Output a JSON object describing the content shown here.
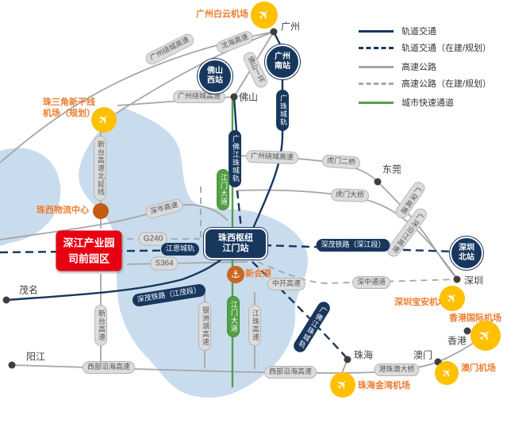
{
  "colors": {
    "rail_blue": "#17375e",
    "road_gray": "#a6a6a6",
    "rapid_green": "#53a045",
    "highlight_red": "#e60012",
    "airport_amber": "#ffc000",
    "airport_text_orange": "#ed7d31",
    "port_brown": "#c9661f",
    "logistics_brown": "#c55a11",
    "city_dot_gray": "#3f3f3f",
    "land_blue": "#c9dcee"
  },
  "legend": {
    "items": [
      {
        "label": "轨道交通",
        "style": "rail-solid"
      },
      {
        "label": "轨道交通（在建/规划）",
        "style": "rail-dashed"
      },
      {
        "label": "高速公路",
        "style": "road-solid"
      },
      {
        "label": "高速公路（在建/规划）",
        "style": "road-dashed"
      },
      {
        "label": "城市快速通道",
        "style": "rapid-solid"
      }
    ]
  },
  "highlight_park": {
    "line1": "深江产业园",
    "line2": "司前园区"
  },
  "cities": [
    {
      "name": "广州"
    },
    {
      "name": "佛山"
    },
    {
      "name": "东莞"
    },
    {
      "name": "深圳"
    },
    {
      "name": "珠海"
    },
    {
      "name": "澳门"
    },
    {
      "name": "香港"
    },
    {
      "name": "茂名"
    },
    {
      "name": "阳江"
    }
  ],
  "stations": [
    {
      "line1": "佛山",
      "line2": "西站"
    },
    {
      "line1": "广州",
      "line2": "南站"
    },
    {
      "line1": "深圳",
      "line2": "北站"
    },
    {
      "line1": "珠西枢纽",
      "line2": "江门站"
    }
  ],
  "rail_labels": [
    {
      "text": "广珠城轨"
    },
    {
      "text": "广佛江珠城轨"
    },
    {
      "text": "江恩城轨"
    },
    {
      "text": "深茂铁路（江茂段）"
    },
    {
      "text": "深茂铁路（深江段）"
    },
    {
      "text": "广佛江珠城轨"
    }
  ],
  "road_labels": [
    {
      "text": "广州绕城高速"
    },
    {
      "text": "沈海高速"
    },
    {
      "text": "佛山一环"
    },
    {
      "text": "广州绕城高速"
    },
    {
      "text": "广州绕城高速"
    },
    {
      "text": "虎门二桥"
    },
    {
      "text": "虎门大桥"
    },
    {
      "text": "广深高速"
    },
    {
      "text": "广深沿江高速"
    },
    {
      "text": "深岑高速"
    },
    {
      "text": "G240"
    },
    {
      "text": "S364"
    },
    {
      "text": "新台高速北延线"
    },
    {
      "text": "新台高速"
    },
    {
      "text": "中开高速"
    },
    {
      "text": "深中通道"
    },
    {
      "text": "银洲湖高速"
    },
    {
      "text": "江珠高速"
    },
    {
      "text": "西部沿海高速"
    },
    {
      "text": "西部沿海高速"
    },
    {
      "text": "港珠澳大桥"
    }
  ],
  "rapid_labels": [
    {
      "text": "江门大道"
    },
    {
      "text": "江门大道"
    }
  ],
  "airports": [
    {
      "name": "广州白云机场"
    },
    {
      "line1": "珠三角新干线",
      "line2": "机场（规划）"
    },
    {
      "name": "深圳宝安机场"
    },
    {
      "name": "香港国际机场"
    },
    {
      "name": "澳门机场"
    },
    {
      "name": "珠海金湾机场"
    }
  ],
  "landmarks": [
    {
      "name": "珠西物流中心"
    },
    {
      "name": "新会港"
    }
  ]
}
